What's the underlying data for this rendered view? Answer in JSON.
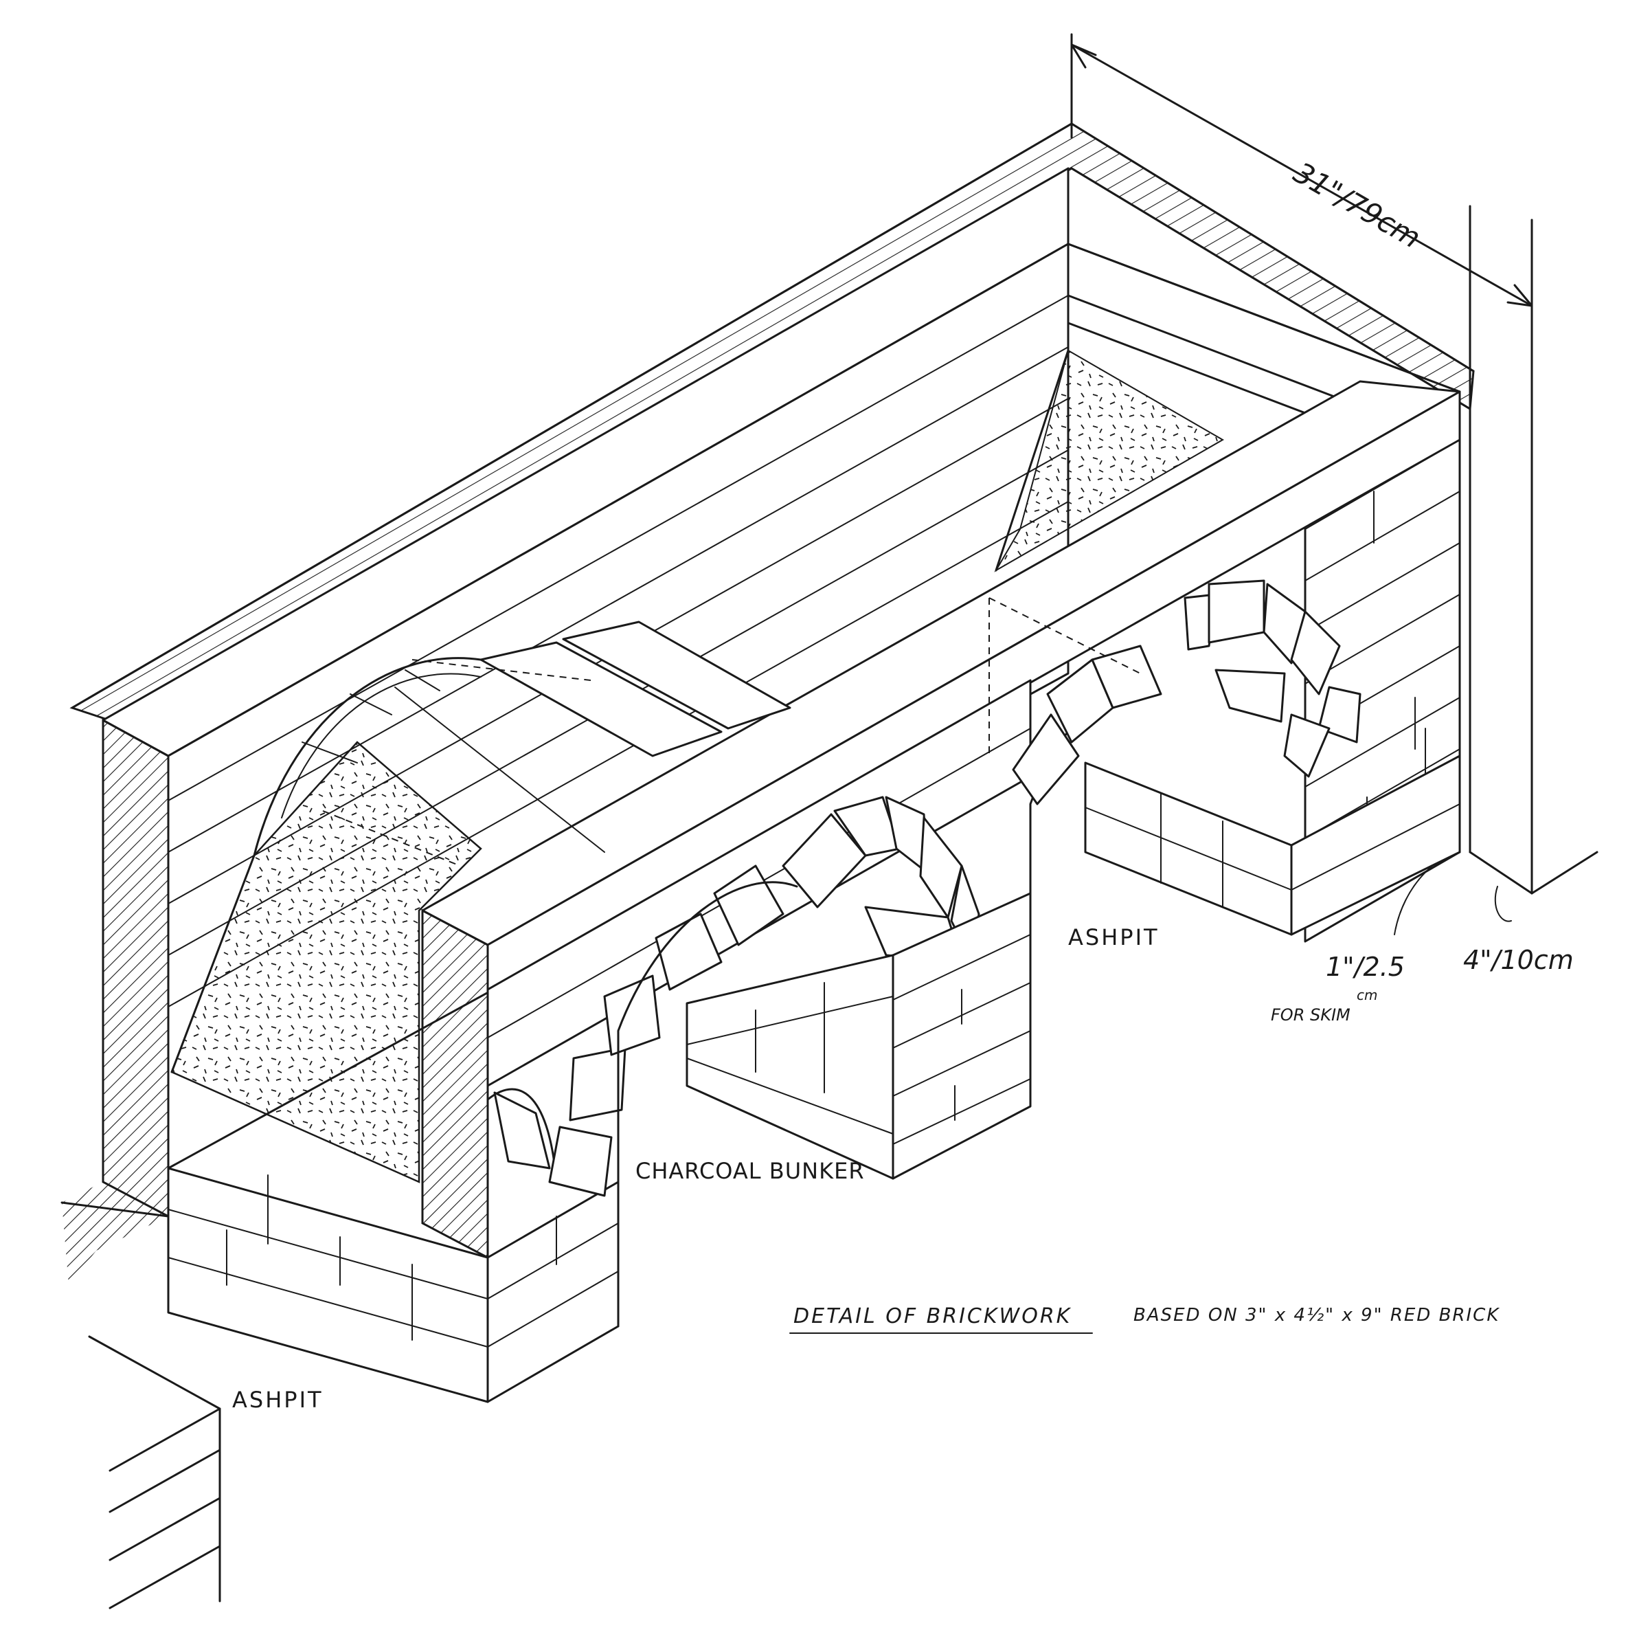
{
  "labels": {
    "width_dim": "31\"/79cm",
    "ashpit_right": "ASHPIT",
    "skim_dim": "1\"/2.5",
    "skim_unit": "cm",
    "skim_note": "FOR SKIM",
    "wall_dim": "4\"/10cm",
    "charcoal_bunker": "CHARCOAL BUNKER",
    "ashpit_left": "ASHPIT",
    "caption_title": "DETAIL OF BRICKWORK",
    "caption_note": "BASED ON 3\" x 4½\" x 9\" RED BRICK"
  }
}
